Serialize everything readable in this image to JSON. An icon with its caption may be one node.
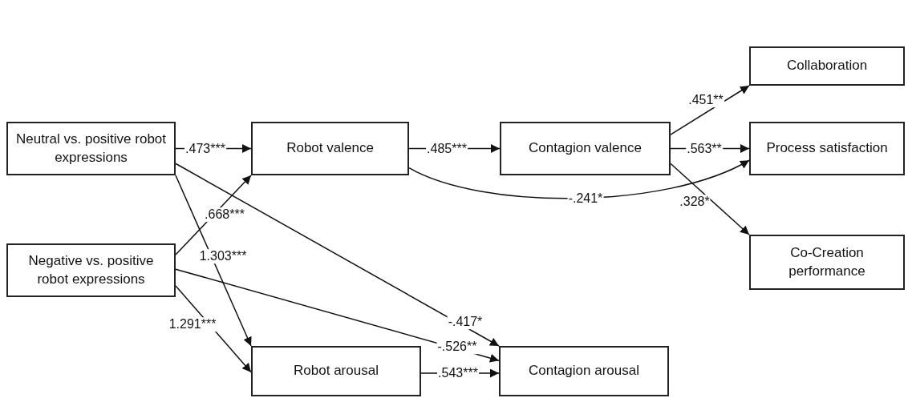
{
  "diagram": {
    "nodes": [
      {
        "text": [
          "Neutral vs. positive robot expressions"
        ]
      },
      {
        "text": [
          "Negative vs. positive robot expressions"
        ]
      },
      {
        "text": [
          "Robot valence"
        ]
      },
      {
        "text": [
          "Contagion valence"
        ]
      },
      {
        "text": [
          "Collaboration"
        ]
      },
      {
        "text": [
          "Process satisfaction"
        ]
      },
      {
        "text": [
          "Co-Creation performance"
        ]
      },
      {
        "text": [
          "Robot arousal"
        ]
      },
      {
        "text": [
          "Contagion arousal"
        ]
      }
    ],
    "edges": [
      {
        "from": 0,
        "to": 2,
        "arrow": "to",
        "label": ".473***"
      },
      {
        "from": 1,
        "to": 2,
        "arrow": "to",
        "label": ".668***"
      },
      {
        "from": 0,
        "to": 7,
        "arrow": "to",
        "label": "1.303***"
      },
      {
        "from": 0,
        "to": 8,
        "arrow": "to",
        "label": "-.417*"
      },
      {
        "from": 1,
        "to": 7,
        "arrow": "to",
        "label": "1.291***"
      },
      {
        "from": 1,
        "to": 8,
        "arrow": "to",
        "label": "-.526**"
      },
      {
        "from": 2,
        "to": 3,
        "arrow": "to",
        "label": ".485***"
      },
      {
        "from": 2,
        "to": 5,
        "arrow": "to",
        "label": "-.241*"
      },
      {
        "from": 3,
        "to": 4,
        "arrow": "to",
        "label": ".451**"
      },
      {
        "from": 3,
        "to": 5,
        "arrow": "to",
        "label": ".563**"
      },
      {
        "from": 3,
        "to": 6,
        "arrow": "to",
        "label": ".328*"
      },
      {
        "from": 7,
        "to": 8,
        "arrow": "to",
        "label": ".543***"
      }
    ]
  }
}
